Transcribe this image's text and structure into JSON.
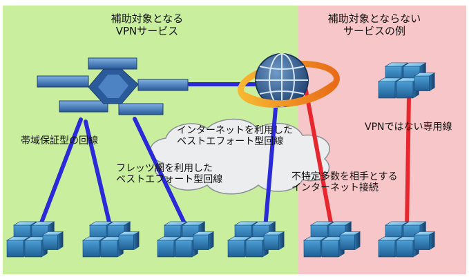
{
  "panels": {
    "left_title_line1": "補助対象となる",
    "left_title_line2": "VPNサービス",
    "right_title_line1": "補助対象とならない",
    "right_title_line2": "サービスの例"
  },
  "labels": {
    "bandwidth_guaranteed": "帯域保証型の回線",
    "internet_besteffort_line1": "インターネットを利用した",
    "internet_besteffort_line2": "ベストエフォート型回線",
    "flets_besteffort_line1": "フレッツ網を利用した",
    "flets_besteffort_line2": "ベストエフォート型回線",
    "vpn_not_dedicated": "VPNではない専用線",
    "unspecified_internet_line1": "不特定多数を相手とする",
    "unspecified_internet_line2": "インターネット接続"
  },
  "colors": {
    "left_background": "#c9ef9e",
    "right_background": "#f7c6c8",
    "vpn_line": "#2a2ad8",
    "non_subsidy_line": "#e8262e",
    "cube": "#3f8fc8"
  }
}
